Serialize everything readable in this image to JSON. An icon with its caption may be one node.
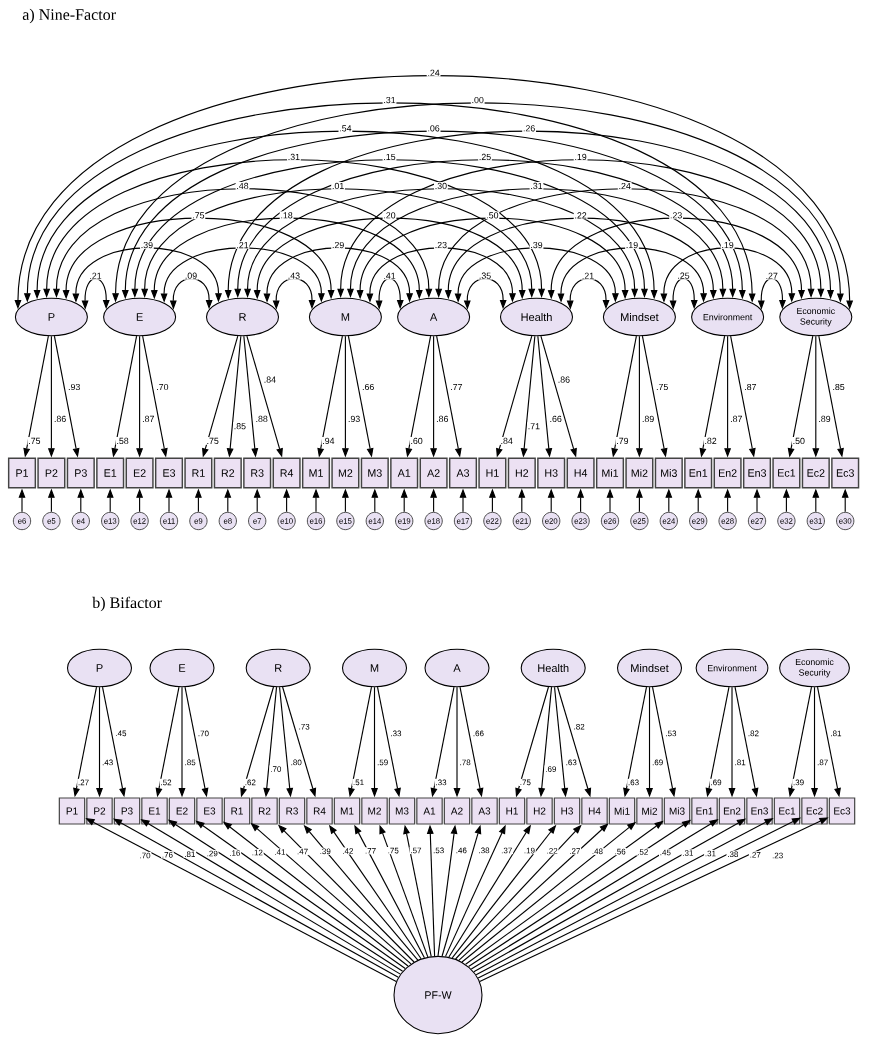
{
  "diagram": {
    "nodes": [
      {
        "text": [
          "P"
        ]
      },
      {
        "text": [
          "E"
        ]
      },
      {
        "text": [
          "R"
        ]
      },
      {
        "text": [
          "M"
        ]
      },
      {
        "text": [
          "A"
        ]
      },
      {
        "text": [
          "Health"
        ]
      },
      {
        "text": [
          "Mindset"
        ]
      },
      {
        "text": [
          "Environment"
        ]
      },
      {
        "text": [
          "Economic Security"
        ]
      },
      {
        "text": [
          "P1"
        ]
      },
      {
        "text": [
          "P2"
        ]
      },
      {
        "text": [
          "P3"
        ]
      },
      {
        "text": [
          "E1"
        ]
      },
      {
        "text": [
          "E2"
        ]
      },
      {
        "text": [
          "E3"
        ]
      },
      {
        "text": [
          "R1"
        ]
      },
      {
        "text": [
          "R2"
        ]
      },
      {
        "text": [
          "R3"
        ]
      },
      {
        "text": [
          "R4"
        ]
      },
      {
        "text": [
          "M1"
        ]
      },
      {
        "text": [
          "M2"
        ]
      },
      {
        "text": [
          "M3"
        ]
      },
      {
        "text": [
          "A1"
        ]
      },
      {
        "text": [
          "A2"
        ]
      },
      {
        "text": [
          "A3"
        ]
      },
      {
        "text": [
          "H1"
        ]
      },
      {
        "text": [
          "H2"
        ]
      },
      {
        "text": [
          "H3"
        ]
      },
      {
        "text": [
          "H4"
        ]
      },
      {
        "text": [
          "Mi1"
        ]
      },
      {
        "text": [
          "Mi2"
        ]
      },
      {
        "text": [
          "Mi3"
        ]
      },
      {
        "text": [
          "En1"
        ]
      },
      {
        "text": [
          "En2"
        ]
      },
      {
        "text": [
          "En3"
        ]
      },
      {
        "text": [
          "Ec1"
        ]
      },
      {
        "text": [
          "Ec2"
        ]
      },
      {
        "text": [
          "Ec3"
        ]
      },
      {
        "text": [
          "e6"
        ]
      },
      {
        "text": [
          "e5"
        ]
      },
      {
        "text": [
          "e4"
        ]
      },
      {
        "text": [
          "e13"
        ]
      },
      {
        "text": [
          "e12"
        ]
      },
      {
        "text": [
          "e11"
        ]
      },
      {
        "text": [
          "e9"
        ]
      },
      {
        "text": [
          "e8"
        ]
      },
      {
        "text": [
          "e7"
        ]
      },
      {
        "text": [
          "e10"
        ]
      },
      {
        "text": [
          "e16"
        ]
      },
      {
        "text": [
          "e15"
        ]
      },
      {
        "text": [
          "e14"
        ]
      },
      {
        "text": [
          "e19"
        ]
      },
      {
        "text": [
          "e18"
        ]
      },
      {
        "text": [
          "e17"
        ]
      },
      {
        "text": [
          "e22"
        ]
      },
      {
        "text": [
          "e21"
        ]
      },
      {
        "text": [
          "e20"
        ]
      },
      {
        "text": [
          "e23"
        ]
      },
      {
        "text": [
          "e26"
        ]
      },
      {
        "text": [
          "e25"
        ]
      },
      {
        "text": [
          "e24"
        ]
      },
      {
        "text": [
          "e29"
        ]
      },
      {
        "text": [
          "e28"
        ]
      },
      {
        "text": [
          "e27"
        ]
      },
      {
        "text": [
          "e32"
        ]
      },
      {
        "text": [
          "e31"
        ]
      },
      {
        "text": [
          "e30"
        ]
      },
      {
        "text": [
          "P"
        ]
      },
      {
        "text": [
          "E"
        ]
      },
      {
        "text": [
          "R"
        ]
      },
      {
        "text": [
          "M"
        ]
      },
      {
        "text": [
          "A"
        ]
      },
      {
        "text": [
          "Health"
        ]
      },
      {
        "text": [
          "Mindset"
        ]
      },
      {
        "text": [
          "Environment"
        ]
      },
      {
        "text": [
          "Economic Security"
        ]
      },
      {
        "text": [
          "P1"
        ]
      },
      {
        "text": [
          "P2"
        ]
      },
      {
        "text": [
          "P3"
        ]
      },
      {
        "text": [
          "E1"
        ]
      },
      {
        "text": [
          "E2"
        ]
      },
      {
        "text": [
          "E3"
        ]
      },
      {
        "text": [
          "R1"
        ]
      },
      {
        "text": [
          "R2"
        ]
      },
      {
        "text": [
          "R3"
        ]
      },
      {
        "text": [
          "R4"
        ]
      },
      {
        "text": [
          "M1"
        ]
      },
      {
        "text": [
          "M2"
        ]
      },
      {
        "text": [
          "M3"
        ]
      },
      {
        "text": [
          "A1"
        ]
      },
      {
        "text": [
          "A2"
        ]
      },
      {
        "text": [
          "A3"
        ]
      },
      {
        "text": [
          "H1"
        ]
      },
      {
        "text": [
          "H2"
        ]
      },
      {
        "text": [
          "H3"
        ]
      },
      {
        "text": [
          "H4"
        ]
      },
      {
        "text": [
          "Mi1"
        ]
      },
      {
        "text": [
          "Mi2"
        ]
      },
      {
        "text": [
          "Mi3"
        ]
      },
      {
        "text": [
          "En1"
        ]
      },
      {
        "text": [
          "En2"
        ]
      },
      {
        "text": [
          "En3"
        ]
      },
      {
        "text": [
          "Ec1"
        ]
      },
      {
        "text": [
          "Ec2"
        ]
      },
      {
        "text": [
          "Ec3"
        ]
      },
      {
        "text": [
          "PF-W"
        ]
      }
    ],
    "edges": [
      {
        "from": 0,
        "to": 1,
        "arrow": "both",
        "label": ".21"
      },
      {
        "from": 0,
        "to": 2,
        "arrow": "both",
        "label": ".39"
      },
      {
        "from": 0,
        "to": 3,
        "arrow": "both",
        "label": ".75"
      },
      {
        "from": 0,
        "to": 4,
        "arrow": "both",
        "label": ".48"
      },
      {
        "from": 0,
        "to": 5,
        "arrow": "both",
        "label": ".31"
      },
      {
        "from": 0,
        "to": 6,
        "arrow": "both",
        "label": ".54"
      },
      {
        "from": 0,
        "to": 7,
        "arrow": "both",
        "label": ".31"
      },
      {
        "from": 0,
        "to": 8,
        "arrow": "both",
        "label": ".24"
      },
      {
        "from": 1,
        "to": 2,
        "arrow": "both",
        "label": ".09"
      },
      {
        "from": 1,
        "to": 3,
        "arrow": "both",
        "label": ".21"
      },
      {
        "from": 1,
        "to": 4,
        "arrow": "both",
        "label": ".18"
      },
      {
        "from": 1,
        "to": 5,
        "arrow": "both",
        "label": ".01"
      },
      {
        "from": 1,
        "to": 6,
        "arrow": "both",
        "label": ".15"
      },
      {
        "from": 1,
        "to": 7,
        "arrow": "both",
        "label": ".06"
      },
      {
        "from": 1,
        "to": 8,
        "arrow": "both",
        "label": ".00"
      },
      {
        "from": 2,
        "to": 3,
        "arrow": "both",
        "label": ".43"
      },
      {
        "from": 2,
        "to": 4,
        "arrow": "both",
        "label": ".29"
      },
      {
        "from": 2,
        "to": 5,
        "arrow": "both",
        "label": ".20"
      },
      {
        "from": 2,
        "to": 6,
        "arrow": "both",
        "label": ".30"
      },
      {
        "from": 2,
        "to": 7,
        "arrow": "both",
        "label": ".25"
      },
      {
        "from": 2,
        "to": 8,
        "arrow": "both",
        "label": ".26"
      },
      {
        "from": 3,
        "to": 4,
        "arrow": "both",
        "label": ".41"
      },
      {
        "from": 3,
        "to": 5,
        "arrow": "both",
        "label": ".23"
      },
      {
        "from": 3,
        "to": 6,
        "arrow": "both",
        "label": ".50"
      },
      {
        "from": 3,
        "to": 7,
        "arrow": "both",
        "label": ".31"
      },
      {
        "from": 3,
        "to": 8,
        "arrow": "both",
        "label": ".19"
      },
      {
        "from": 4,
        "to": 5,
        "arrow": "both",
        "label": ".35"
      },
      {
        "from": 4,
        "to": 6,
        "arrow": "both",
        "label": ".39"
      },
      {
        "from": 4,
        "to": 7,
        "arrow": "both",
        "label": ".22"
      },
      {
        "from": 4,
        "to": 8,
        "arrow": "both",
        "label": ".24"
      },
      {
        "from": 5,
        "to": 6,
        "arrow": "both",
        "label": ".21"
      },
      {
        "from": 5,
        "to": 7,
        "arrow": "both",
        "label": ".19"
      },
      {
        "from": 5,
        "to": 8,
        "arrow": "both",
        "label": ".23"
      },
      {
        "from": 6,
        "to": 7,
        "arrow": "both",
        "label": ".25"
      },
      {
        "from": 6,
        "to": 8,
        "arrow": "both",
        "label": ".19"
      },
      {
        "from": 7,
        "to": 8,
        "arrow": "both",
        "label": ".27"
      },
      {
        "from": 0,
        "to": 9,
        "arrow": "to",
        "label": ".75"
      },
      {
        "from": 0,
        "to": 10,
        "arrow": "to",
        "label": ".86"
      },
      {
        "from": 0,
        "to": 11,
        "arrow": "to",
        "label": ".93"
      },
      {
        "from": 1,
        "to": 12,
        "arrow": "to",
        "label": ".58"
      },
      {
        "from": 1,
        "to": 13,
        "arrow": "to",
        "label": ".87"
      },
      {
        "from": 1,
        "to": 14,
        "arrow": "to",
        "label": ".70"
      },
      {
        "from": 2,
        "to": 15,
        "arrow": "to",
        "label": ".75"
      },
      {
        "from": 2,
        "to": 16,
        "arrow": "to",
        "label": ".85"
      },
      {
        "from": 2,
        "to": 17,
        "arrow": "to",
        "label": ".88"
      },
      {
        "from": 2,
        "to": 18,
        "arrow": "to",
        "label": ".84"
      },
      {
        "from": 3,
        "to": 19,
        "arrow": "to",
        "label": ".94"
      },
      {
        "from": 3,
        "to": 20,
        "arrow": "to",
        "label": ".93"
      },
      {
        "from": 3,
        "to": 21,
        "arrow": "to",
        "label": ".66"
      },
      {
        "from": 4,
        "to": 22,
        "arrow": "to",
        "label": ".60"
      },
      {
        "from": 4,
        "to": 23,
        "arrow": "to",
        "label": ".86"
      },
      {
        "from": 4,
        "to": 24,
        "arrow": "to",
        "label": ".77"
      },
      {
        "from": 5,
        "to": 25,
        "arrow": "to",
        "label": ".84"
      },
      {
        "from": 5,
        "to": 26,
        "arrow": "to",
        "label": ".71"
      },
      {
        "from": 5,
        "to": 27,
        "arrow": "to",
        "label": ".66"
      },
      {
        "from": 5,
        "to": 28,
        "arrow": "to",
        "label": ".86"
      },
      {
        "from": 6,
        "to": 29,
        "arrow": "to",
        "label": ".79"
      },
      {
        "from": 6,
        "to": 30,
        "arrow": "to",
        "label": ".89"
      },
      {
        "from": 6,
        "to": 31,
        "arrow": "to",
        "label": ".75"
      },
      {
        "from": 7,
        "to": 32,
        "arrow": "to",
        "label": ".82"
      },
      {
        "from": 7,
        "to": 33,
        "arrow": "to",
        "label": ".87"
      },
      {
        "from": 7,
        "to": 34,
        "arrow": "to",
        "label": ".87"
      },
      {
        "from": 8,
        "to": 35,
        "arrow": "to",
        "label": ".50"
      },
      {
        "from": 8,
        "to": 36,
        "arrow": "to",
        "label": ".89"
      },
      {
        "from": 8,
        "to": 37,
        "arrow": "to",
        "label": ".85"
      },
      {
        "from": 38,
        "to": 9,
        "arrow": "to"
      },
      {
        "from": 39,
        "to": 10,
        "arrow": "to"
      },
      {
        "from": 40,
        "to": 11,
        "arrow": "to"
      },
      {
        "from": 41,
        "to": 12,
        "arrow": "to"
      },
      {
        "from": 42,
        "to": 13,
        "arrow": "to"
      },
      {
        "from": 43,
        "to": 14,
        "arrow": "to"
      },
      {
        "from": 44,
        "to": 15,
        "arrow": "to"
      },
      {
        "from": 45,
        "to": 16,
        "arrow": "to"
      },
      {
        "from": 46,
        "to": 17,
        "arrow": "to"
      },
      {
        "from": 47,
        "to": 18,
        "arrow": "to"
      },
      {
        "from": 48,
        "to": 19,
        "arrow": "to"
      },
      {
        "from": 49,
        "to": 20,
        "arrow": "to"
      },
      {
        "from": 50,
        "to": 21,
        "arrow": "to"
      },
      {
        "from": 51,
        "to": 22,
        "arrow": "to"
      },
      {
        "from": 52,
        "to": 23,
        "arrow": "to"
      },
      {
        "from": 53,
        "to": 24,
        "arrow": "to"
      },
      {
        "from": 54,
        "to": 25,
        "arrow": "to"
      },
      {
        "from": 55,
        "to": 26,
        "arrow": "to"
      },
      {
        "from": 56,
        "to": 27,
        "arrow": "to"
      },
      {
        "from": 57,
        "to": 28,
        "arrow": "to"
      },
      {
        "from": 58,
        "to": 29,
        "arrow": "to"
      },
      {
        "from": 59,
        "to": 30,
        "arrow": "to"
      },
      {
        "from": 60,
        "to": 31,
        "arrow": "to"
      },
      {
        "from": 61,
        "to": 32,
        "arrow": "to"
      },
      {
        "from": 62,
        "to": 33,
        "arrow": "to"
      },
      {
        "from": 63,
        "to": 34,
        "arrow": "to"
      },
      {
        "from": 64,
        "to": 35,
        "arrow": "to"
      },
      {
        "from": 65,
        "to": 36,
        "arrow": "to"
      },
      {
        "from": 66,
        "to": 37,
        "arrow": "to"
      },
      {
        "from": 67,
        "to": 76,
        "arrow": "to",
        "label": ".27"
      },
      {
        "from": 67,
        "to": 77,
        "arrow": "to",
        "label": ".43"
      },
      {
        "from": 67,
        "to": 78,
        "arrow": "to",
        "label": ".45"
      },
      {
        "from": 68,
        "to": 79,
        "arrow": "to",
        "label": ".52"
      },
      {
        "from": 68,
        "to": 80,
        "arrow": "to",
        "label": ".85"
      },
      {
        "from": 68,
        "to": 81,
        "arrow": "to",
        "label": ".70"
      },
      {
        "from": 69,
        "to": 82,
        "arrow": "to",
        "label": ".62"
      },
      {
        "from": 69,
        "to": 83,
        "arrow": "to",
        "label": ".70"
      },
      {
        "from": 69,
        "to": 84,
        "arrow": "to",
        "label": ".80"
      },
      {
        "from": 69,
        "to": 85,
        "arrow": "to",
        "label": ".73"
      },
      {
        "from": 70,
        "to": 86,
        "arrow": "to",
        "label": ".51"
      },
      {
        "from": 70,
        "to": 87,
        "arrow": "to",
        "label": ".59"
      },
      {
        "from": 70,
        "to": 88,
        "arrow": "to",
        "label": ".33"
      },
      {
        "from": 71,
        "to": 89,
        "arrow": "to",
        "label": ".33"
      },
      {
        "from": 71,
        "to": 90,
        "arrow": "to",
        "label": ".78"
      },
      {
        "from": 71,
        "to": 91,
        "arrow": "to",
        "label": ".66"
      },
      {
        "from": 72,
        "to": 92,
        "arrow": "to",
        "label": ".75"
      },
      {
        "from": 72,
        "to": 93,
        "arrow": "to",
        "label": ".69"
      },
      {
        "from": 72,
        "to": 94,
        "arrow": "to",
        "label": ".63"
      },
      {
        "from": 72,
        "to": 95,
        "arrow": "to",
        "label": ".82"
      },
      {
        "from": 73,
        "to": 96,
        "arrow": "to",
        "label": ".63"
      },
      {
        "from": 73,
        "to": 97,
        "arrow": "to",
        "label": ".69"
      },
      {
        "from": 73,
        "to": 98,
        "arrow": "to",
        "label": ".53"
      },
      {
        "from": 74,
        "to": 99,
        "arrow": "to",
        "label": ".69"
      },
      {
        "from": 74,
        "to": 100,
        "arrow": "to",
        "label": ".81"
      },
      {
        "from": 74,
        "to": 101,
        "arrow": "to",
        "label": ".82"
      },
      {
        "from": 75,
        "to": 102,
        "arrow": "to",
        "label": ".39"
      },
      {
        "from": 75,
        "to": 103,
        "arrow": "to",
        "label": ".87"
      },
      {
        "from": 75,
        "to": 104,
        "arrow": "to",
        "label": ".81"
      },
      {
        "from": 105,
        "to": 76,
        "arrow": "to",
        "label": ".70"
      },
      {
        "from": 105,
        "to": 77,
        "arrow": "to",
        "label": ".76"
      },
      {
        "from": 105,
        "to": 78,
        "arrow": "to",
        "label": ".81"
      },
      {
        "from": 105,
        "to": 79,
        "arrow": "to",
        "label": ".29"
      },
      {
        "from": 105,
        "to": 80,
        "arrow": "to",
        "label": ".16"
      },
      {
        "from": 105,
        "to": 81,
        "arrow": "to",
        "label": ".12"
      },
      {
        "from": 105,
        "to": 82,
        "arrow": "to",
        "label": ".41"
      },
      {
        "from": 105,
        "to": 83,
        "arrow": "to",
        "label": ".47"
      },
      {
        "from": 105,
        "to": 84,
        "arrow": "to",
        "label": ".39"
      },
      {
        "from": 105,
        "to": 85,
        "arrow": "to",
        "label": ".42"
      },
      {
        "from": 105,
        "to": 86,
        "arrow": "to",
        "label": ".77"
      },
      {
        "from": 105,
        "to": 87,
        "arrow": "to",
        "label": ".75"
      },
      {
        "from": 105,
        "to": 88,
        "arrow": "to",
        "label": ".57"
      },
      {
        "from": 105,
        "to": 89,
        "arrow": "to",
        "label": ".53"
      },
      {
        "from": 105,
        "to": 90,
        "arrow": "to",
        "label": ".46"
      },
      {
        "from": 105,
        "to": 91,
        "arrow": "to",
        "label": ".38"
      },
      {
        "from": 105,
        "to": 92,
        "arrow": "to",
        "label": ".37"
      },
      {
        "from": 105,
        "to": 93,
        "arrow": "to",
        "label": ".19"
      },
      {
        "from": 105,
        "to": 94,
        "arrow": "to",
        "label": ".22"
      },
      {
        "from": 105,
        "to": 95,
        "arrow": "to",
        "label": ".27"
      },
      {
        "from": 105,
        "to": 96,
        "arrow": "to",
        "label": ".48"
      },
      {
        "from": 105,
        "to": 97,
        "arrow": "to",
        "label": ".56"
      },
      {
        "from": 105,
        "to": 98,
        "arrow": "to",
        "label": ".52"
      },
      {
        "from": 105,
        "to": 99,
        "arrow": "to",
        "label": ".45"
      },
      {
        "from": 105,
        "to": 100,
        "arrow": "to",
        "label": ".31"
      },
      {
        "from": 105,
        "to": 101,
        "arrow": "to",
        "label": ".31"
      },
      {
        "from": 105,
        "to": 102,
        "arrow": "to",
        "label": ".38"
      },
      {
        "from": 105,
        "to": 103,
        "arrow": "to",
        "label": ".27"
      },
      {
        "from": 105,
        "to": 104,
        "arrow": "to",
        "label": ".23"
      }
    ],
    "labels": [
      "a) Nine-Factor",
      "b) Bifactor"
    ]
  }
}
